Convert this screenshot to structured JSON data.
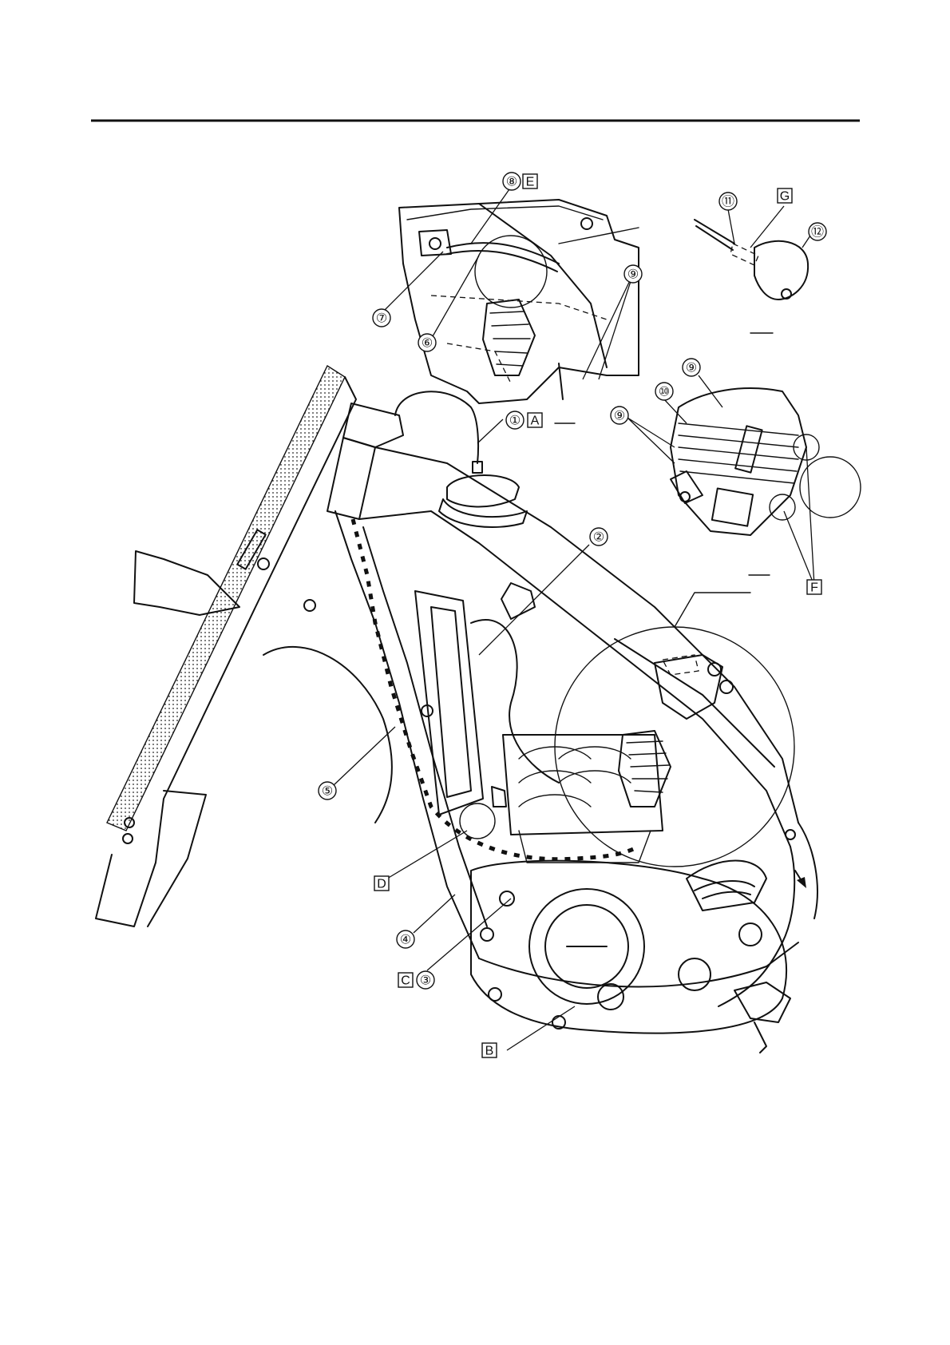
{
  "callouts": {
    "c1": "①",
    "c2": "②",
    "c3": "③",
    "c4": "④",
    "c5": "⑤",
    "c6": "⑥",
    "c7": "⑦",
    "c8": "⑧",
    "c9a": "⑨",
    "c9b": "⑨",
    "c9c": "⑨",
    "c10": "⑩",
    "c11": "⑪",
    "c12": "⑫"
  },
  "reference_boxes": {
    "A": "A",
    "B": "B",
    "C": "C",
    "D": "D",
    "E": "E",
    "F": "F",
    "G": "G"
  }
}
